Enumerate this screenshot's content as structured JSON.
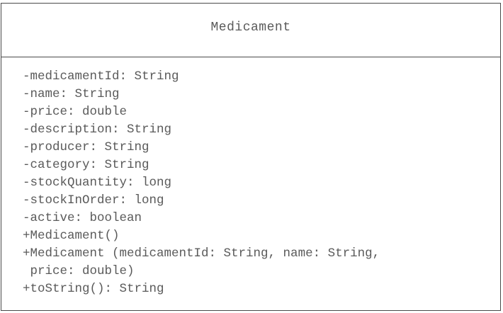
{
  "class_diagram": {
    "class_name": "Medicament",
    "members": [
      "-medicamentId: String",
      "-name: String",
      "-price: double",
      "-description: String",
      "-producer: String",
      "-category: String",
      "-stockQuantity: long",
      "-stockInOrder: long",
      "-active: boolean",
      "+Medicament()",
      "+Medicament (medicamentId: String, name: String,",
      " price: double)",
      "+toString(): String"
    ]
  }
}
